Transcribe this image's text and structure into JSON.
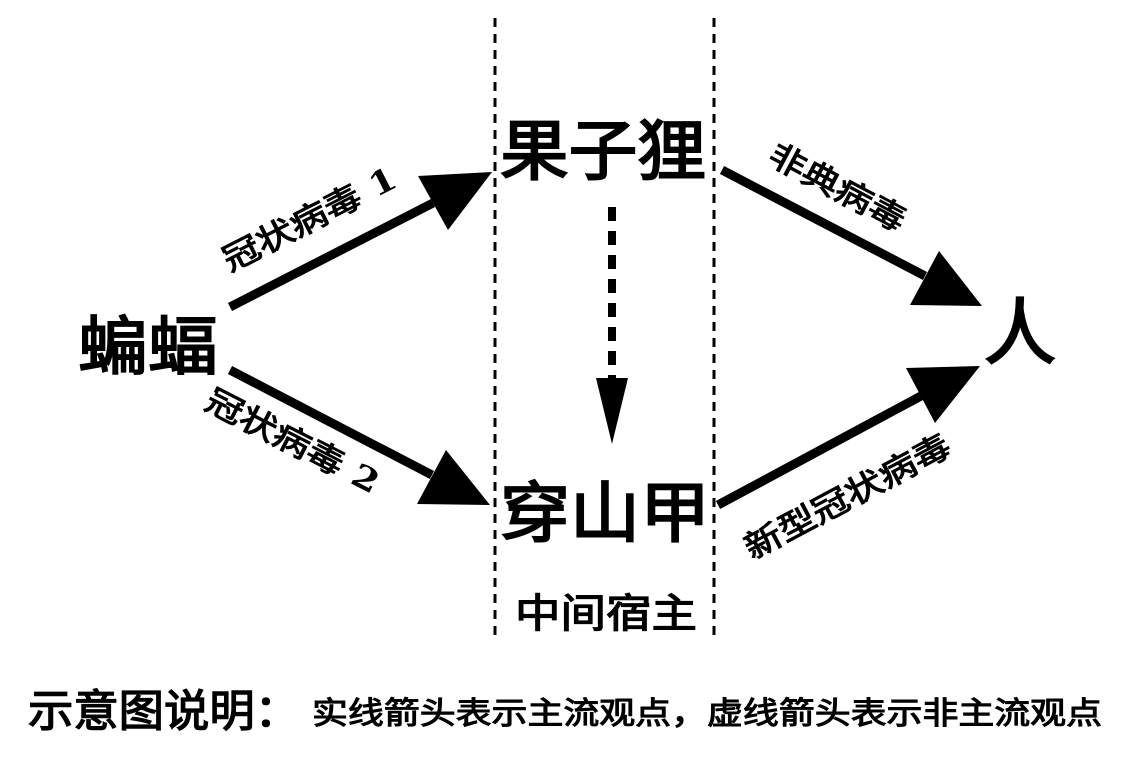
{
  "nodes": {
    "bat": "蝙蝠",
    "civet": "果子狸",
    "pangolin": "穿山甲",
    "human": "人",
    "intermediate_host": "中间宿主"
  },
  "edges": {
    "bat_civet": "冠状病毒 1",
    "bat_pangolin": "冠状病毒 2",
    "civet_human": "非典病毒",
    "pangolin_human": "新型冠状病毒"
  },
  "legend": {
    "title": "示意图说明：",
    "text": "实线箭头表示主流观点，虚线箭头表示非主流观点"
  }
}
